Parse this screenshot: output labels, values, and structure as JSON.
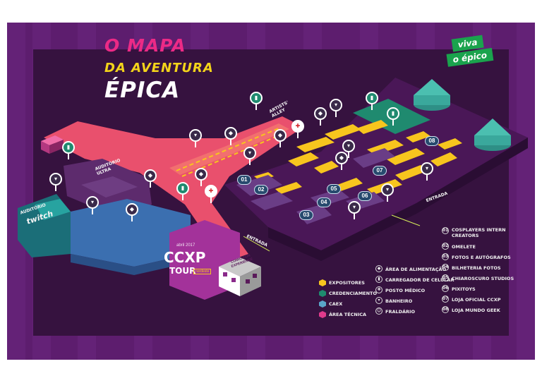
{
  "title": {
    "line1": "O MAPA",
    "line2": "DA AVENTURA",
    "line3": "ÉPICA"
  },
  "badge": {
    "line1": "viva",
    "line2": "o épico"
  },
  "areas": {
    "auditorio_ultra": "AUDITÓRIO\nULTRA",
    "auditorio_twitch_prefix": "AUDITÓRIO",
    "auditorio_twitch": "twitch",
    "artists_alley": "ARTISTS'\nALLEY",
    "entrada_left": "ENTRADA",
    "entrada_right": "ENTRADA"
  },
  "booth_numbers": [
    "01",
    "02",
    "03",
    "04",
    "05",
    "06",
    "07",
    "08"
  ],
  "ccxp_logo": {
    "date": "abril 2017",
    "name": "CCXP",
    "tour": "TOUR",
    "city": "nordeste",
    "partner": "COMIC CON EXPERIENCE"
  },
  "legend": {
    "zones": [
      {
        "label": "EXPOSITORES",
        "color": "#f7c51e"
      },
      {
        "label": "CREDENCIAMENTO",
        "color": "#1f8a6f"
      },
      {
        "label": "CAEX",
        "color": "#5aa5c9"
      },
      {
        "label": "ÁREA TÉCNICA",
        "color": "#e03a8c"
      }
    ],
    "services": [
      {
        "label": "ÁREA DE ALIMENTAÇÃO",
        "icon": "food-icon"
      },
      {
        "label": "CARREGADOR DE CELULAR",
        "icon": "battery-icon"
      },
      {
        "label": "POSTO MÉDICO",
        "icon": "medical-cross-icon"
      },
      {
        "label": "BANHEIRO",
        "icon": "restroom-icon"
      },
      {
        "label": "FRALDÁRIO",
        "icon": "baby-changing-icon"
      }
    ],
    "booths": [
      {
        "label": "COSPLAYERS INTERN\nCREATORS",
        "num": "01"
      },
      {
        "label": "OMELETE",
        "num": "02"
      },
      {
        "label": "FOTOS E AUTÓGRAFOS",
        "num": "03"
      },
      {
        "label": "BILHETERIA FOTOS",
        "num": "04"
      },
      {
        "label": "CHIAROSCURO STUDIOS",
        "num": "05"
      },
      {
        "label": "PIXITOYS",
        "num": "06"
      },
      {
        "label": "LOJA OFICIAL CCXP",
        "num": "07"
      },
      {
        "label": "LOJA MUNDO GEEK",
        "num": "08"
      }
    ]
  },
  "colors": {
    "poster_bg": "#5d1d6e",
    "floor_dark": "#3c1447",
    "walkway": "#e9506d",
    "accent_green": "#1aa34d",
    "booth_yellow": "#f7c51e",
    "tent_teal": "#4bbfb0"
  }
}
